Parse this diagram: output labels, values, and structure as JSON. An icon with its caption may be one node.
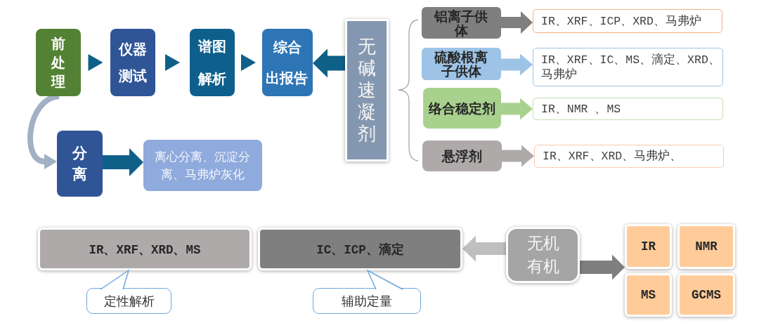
{
  "diagram": {
    "nodes": [
      {
        "text": [
          "前处理"
        ]
      },
      {
        "text": [
          "仪器测试"
        ]
      },
      {
        "text": [
          "谱图解析"
        ]
      },
      {
        "text": [
          "综合出报告"
        ]
      },
      {
        "text": [
          "无碱速凝剂"
        ]
      },
      {
        "text": [
          "分离"
        ]
      },
      {
        "text": [
          "离心分离、沉淀分离、马弗炉灰化"
        ]
      },
      {
        "text": [
          "铝离子供体"
        ]
      },
      {
        "text": [
          "IR、XRF、ICP、XRD、马弗炉"
        ]
      },
      {
        "text": [
          "硫酸根离子供体"
        ]
      },
      {
        "text": [
          "IR、XRF、IC、MS、滴定、XRD、马弗炉"
        ]
      },
      {
        "text": [
          "络合稳定剂"
        ]
      },
      {
        "text": [
          "IR、NMR 、MS"
        ]
      },
      {
        "text": [
          "悬浮剂"
        ]
      },
      {
        "text": [
          "IR、XRF、XRD、马弗炉、"
        ]
      },
      {
        "text": [
          "IR、XRF、XRD、MS"
        ]
      },
      {
        "text": [
          "IC、ICP、滴定"
        ]
      },
      {
        "text": [
          "定性解析"
        ]
      },
      {
        "text": [
          "辅助定量"
        ]
      },
      {
        "text": [
          "无机",
          "有机"
        ]
      },
      {
        "text": [
          "IR"
        ]
      },
      {
        "text": [
          "NMR"
        ]
      },
      {
        "text": [
          "MS"
        ]
      },
      {
        "text": [
          "GCMS"
        ]
      }
    ],
    "edges": [
      {
        "from": 0,
        "to": 1,
        "arrow": "to"
      },
      {
        "from": 1,
        "to": 2,
        "arrow": "to"
      },
      {
        "from": 2,
        "to": 3,
        "arrow": "to"
      },
      {
        "from": 4,
        "to": 3,
        "arrow": "to",
        "color": "#0e6089"
      },
      {
        "from": 0,
        "to": 5,
        "arrow": "to",
        "color": "#a2b0c4"
      },
      {
        "from": 5,
        "to": 6,
        "arrow": "to",
        "color": "#0e6089"
      },
      {
        "from": 7,
        "to": 8,
        "arrow": "to",
        "color": "#7f7f7f"
      },
      {
        "from": 9,
        "to": 10,
        "arrow": "to",
        "color": "#9dc3e6"
      },
      {
        "from": 11,
        "to": 12,
        "arrow": "to",
        "color": "#a9d18e"
      },
      {
        "from": 13,
        "to": 14,
        "arrow": "to",
        "color": "#aeaaaa"
      },
      {
        "from": 17,
        "to": 15,
        "arrow": "to",
        "color": "#6fa6dc"
      },
      {
        "from": 18,
        "to": 16,
        "arrow": "to",
        "color": "#6fa6dc"
      },
      {
        "from": 19,
        "to": 16,
        "arrow": "to",
        "color": "#bfbfbf"
      },
      {
        "from": 19,
        "to": 20,
        "arrow": "to",
        "color": "#7f7f7f"
      },
      {
        "from": 19,
        "to": 22,
        "arrow": "to",
        "color": "#7f7f7f"
      }
    ]
  }
}
